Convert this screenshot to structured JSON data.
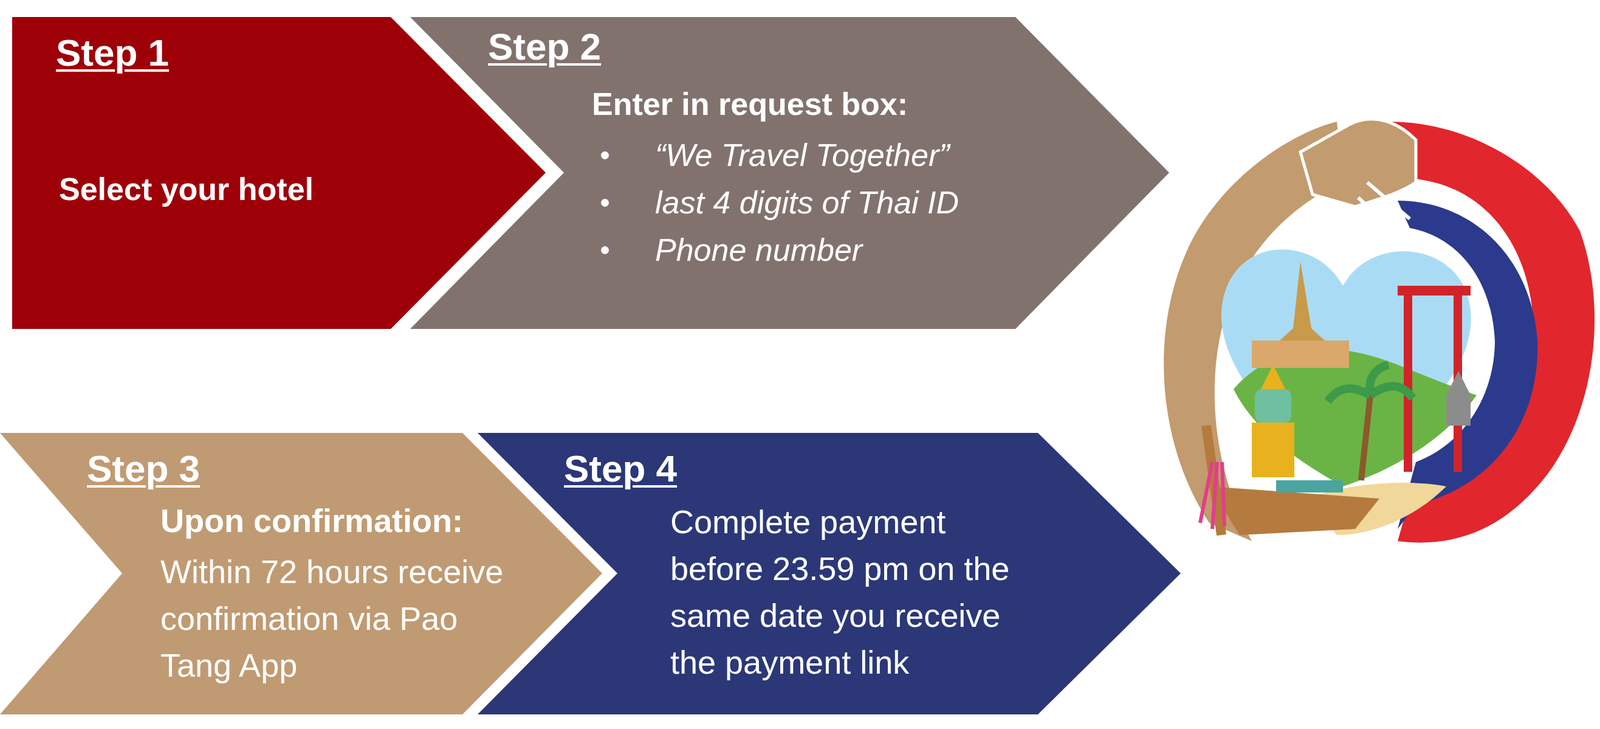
{
  "diagram": {
    "nodes": [
      {
        "text": [
          "Step 1",
          "Select your hotel"
        ]
      },
      {
        "text": [
          "Step 2",
          "Enter in request box:",
          "“We Travel Together”",
          "last 4 digits of Thai ID",
          "Phone number"
        ]
      },
      {
        "text": [
          "Step 3",
          "Upon confirmation:",
          "Within 72 hours receive confirmation via Pao Tang App"
        ]
      },
      {
        "text": [
          "Step 4",
          "Complete payment before 23.59 pm on the same date you receive the payment link"
        ]
      }
    ]
  }
}
